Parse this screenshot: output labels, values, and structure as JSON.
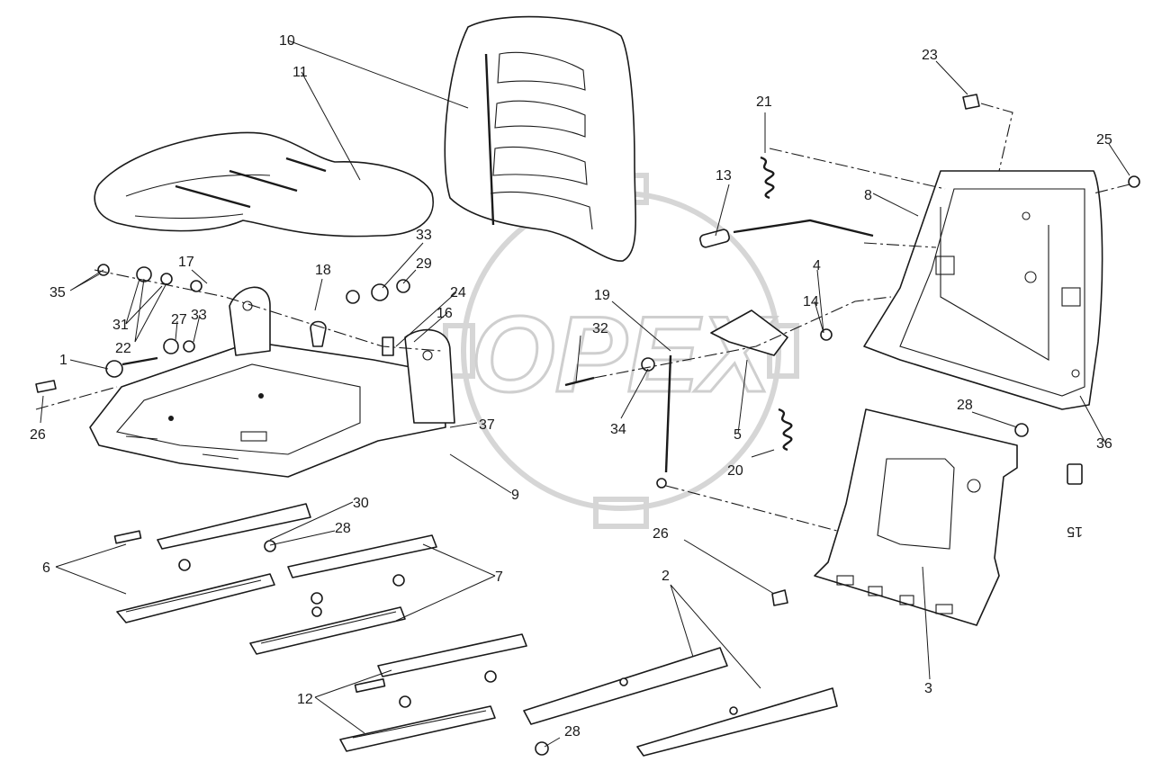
{
  "watermark": {
    "text": "OPEX"
  },
  "callouts": [
    {
      "id": "c1",
      "text": "1"
    },
    {
      "id": "c2",
      "text": "2"
    },
    {
      "id": "c3",
      "text": "3"
    },
    {
      "id": "c4",
      "text": "4"
    },
    {
      "id": "c5",
      "text": "5"
    },
    {
      "id": "c6",
      "text": "6"
    },
    {
      "id": "c7",
      "text": "7"
    },
    {
      "id": "c8",
      "text": "8"
    },
    {
      "id": "c9",
      "text": "9"
    },
    {
      "id": "c10",
      "text": "10"
    },
    {
      "id": "c11",
      "text": "11"
    },
    {
      "id": "c12",
      "text": "12"
    },
    {
      "id": "c13",
      "text": "13"
    },
    {
      "id": "c14",
      "text": "14"
    },
    {
      "id": "c15",
      "text": "15"
    },
    {
      "id": "c16",
      "text": "16"
    },
    {
      "id": "c17",
      "text": "17"
    },
    {
      "id": "c18",
      "text": "18"
    },
    {
      "id": "c19",
      "text": "19"
    },
    {
      "id": "c20",
      "text": "20"
    },
    {
      "id": "c21",
      "text": "21"
    },
    {
      "id": "c22",
      "text": "22"
    },
    {
      "id": "c23",
      "text": "23"
    },
    {
      "id": "c24",
      "text": "24"
    },
    {
      "id": "c25",
      "text": "25"
    },
    {
      "id": "c26a",
      "text": "26"
    },
    {
      "id": "c26b",
      "text": "26"
    },
    {
      "id": "c27",
      "text": "27"
    },
    {
      "id": "c28a",
      "text": "28"
    },
    {
      "id": "c28b",
      "text": "28"
    },
    {
      "id": "c28c",
      "text": "28"
    },
    {
      "id": "c29",
      "text": "29"
    },
    {
      "id": "c30",
      "text": "30"
    },
    {
      "id": "c31",
      "text": "31"
    },
    {
      "id": "c32",
      "text": "32"
    },
    {
      "id": "c33a",
      "text": "33"
    },
    {
      "id": "c33b",
      "text": "33"
    },
    {
      "id": "c34",
      "text": "34"
    },
    {
      "id": "c35",
      "text": "35"
    },
    {
      "id": "c36",
      "text": "36"
    },
    {
      "id": "c37",
      "text": "37"
    }
  ]
}
